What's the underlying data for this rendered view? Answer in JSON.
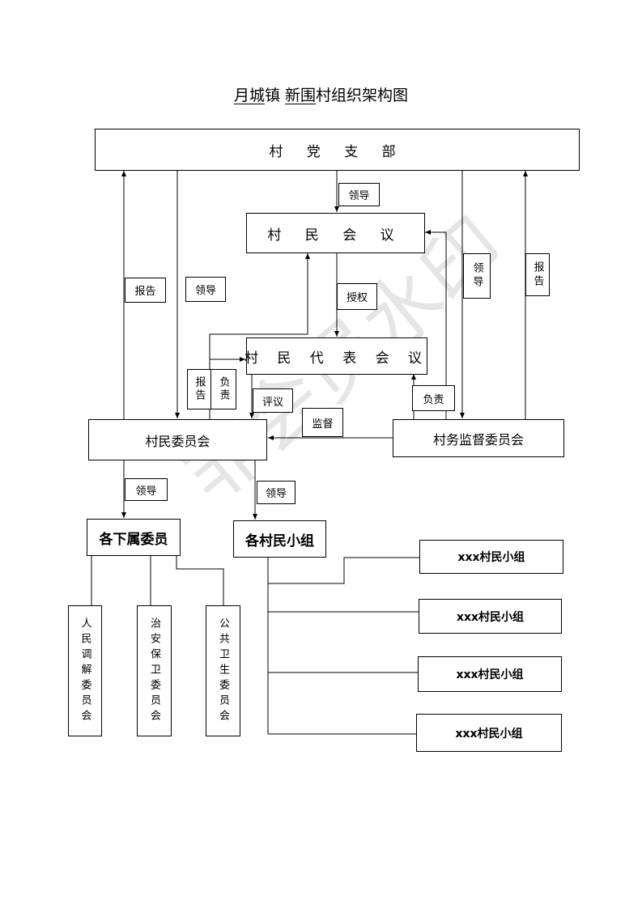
{
  "title": {
    "town": "月城",
    "town_suffix": "镇",
    "village": "新围",
    "suffix": "村组织架构图"
  },
  "nodes": {
    "party_branch": "村 党 支 部",
    "villagers_meeting": "村 民 会 议",
    "representatives_meeting": "村 民 代 表 会 议",
    "villagers_committee": "村民委员会",
    "supervision_committee": "村务监督委员会",
    "subordinate_committees": "各下属委员",
    "village_groups": "各村民小组",
    "mediation_committee": "人民调解委员会",
    "security_committee": "治安保卫委员会",
    "health_committee": "公共卫生委员会",
    "groups": [
      "xxx村民小组",
      "xxx村民小组",
      "xxx村民小组",
      "xxx村民小组"
    ]
  },
  "labels": {
    "lead_1": "领导",
    "report_1": "报告",
    "lead_2": "领导",
    "authorize": "授权",
    "report_2": "报告",
    "responsible_1": "负责",
    "review": "评议",
    "supervise": "监督",
    "responsible_2": "负责",
    "lead_3": "领导",
    "report_3": "报告",
    "lead_4": "领导",
    "lead_5": "领导"
  },
  "watermark": "非会员水印"
}
